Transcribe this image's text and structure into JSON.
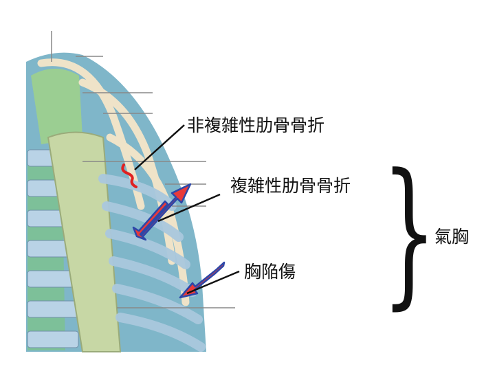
{
  "labels": {
    "simple_rib_fracture": "非複雑性肋骨骨折",
    "compound_rib_fracture": "複雑性肋骨骨折",
    "chest_wound": "胸陥傷",
    "pneumothorax": "氣胸"
  },
  "icons": {
    "fracture_marker": "red-wavy-line",
    "arrow": "red-block-arrow-blue-outline"
  },
  "colors": {
    "arrow_fill": "#e83a3a",
    "arrow_outline": "#2d47a8",
    "rib_bone": "#efe3c8",
    "cartilage": "#aac8de",
    "lung": "#9fd08c"
  }
}
